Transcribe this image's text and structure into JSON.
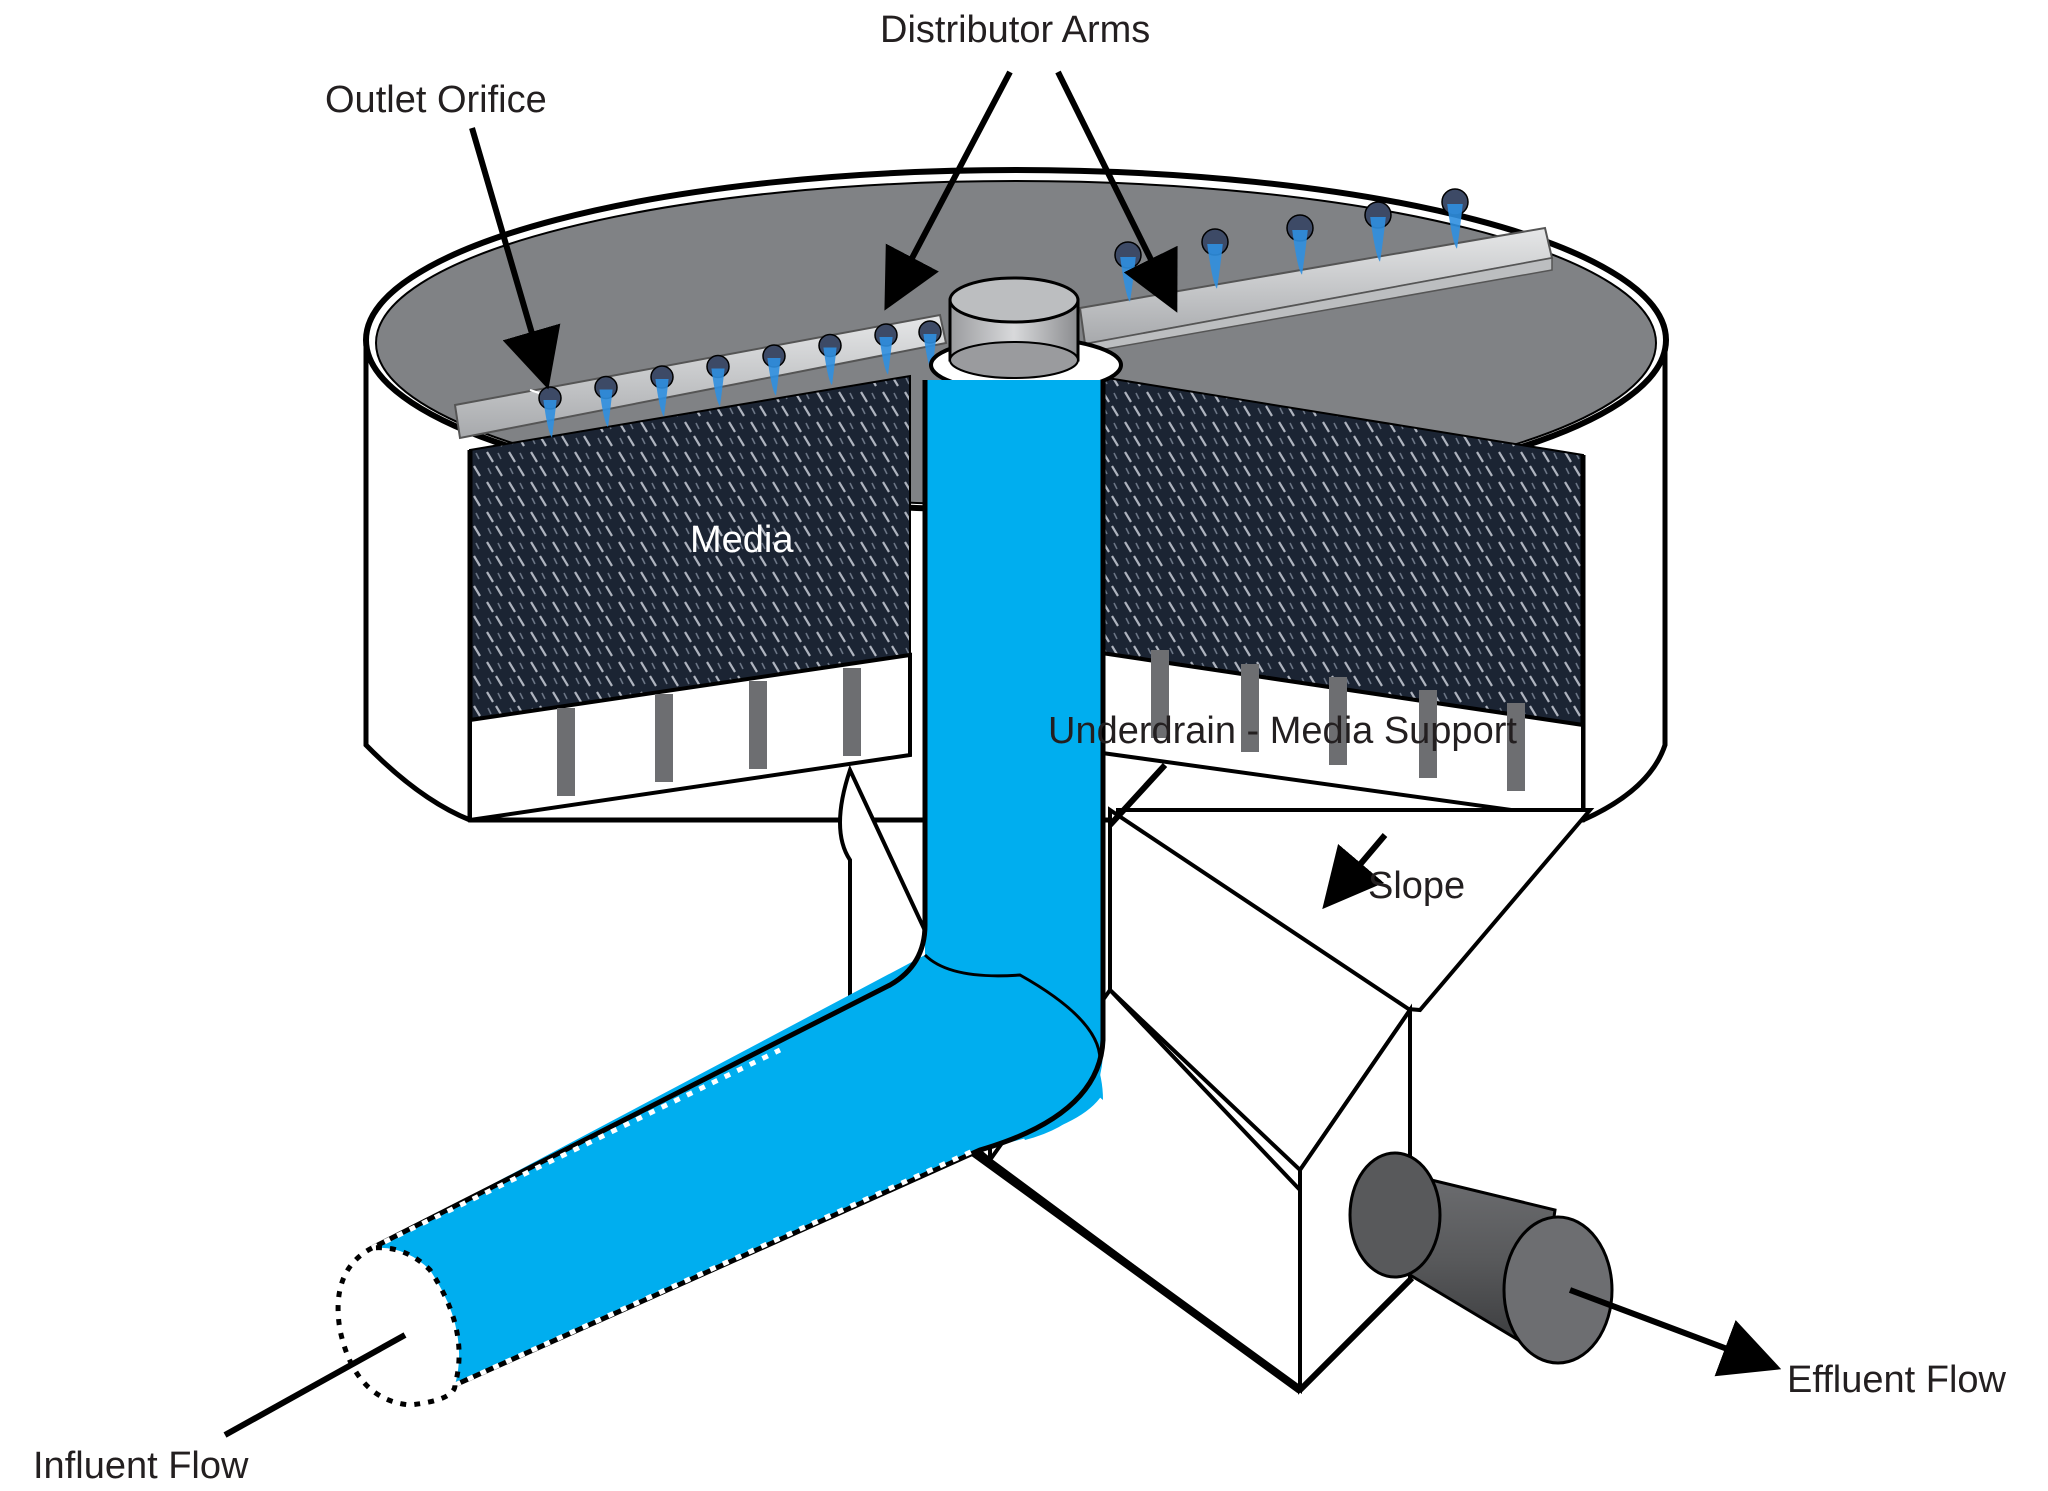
{
  "labels": {
    "distributor_arms": "Distributor Arms",
    "outlet_orifice": "Outlet Orifice",
    "media": "Media",
    "underdrain": "Underdrain - Media Support",
    "slope": "Slope",
    "influent_flow": "Influent Flow",
    "effluent_flow": "Effluent Flow"
  },
  "colors": {
    "water": "#00aeef",
    "spray": "#2f8fe0",
    "tank_interior": "#808285",
    "media": "#1b2433",
    "outline": "#000000",
    "arm": "#d1d3d4",
    "support_post": "#6d6e71",
    "effluent_pipe": "#58595b"
  }
}
